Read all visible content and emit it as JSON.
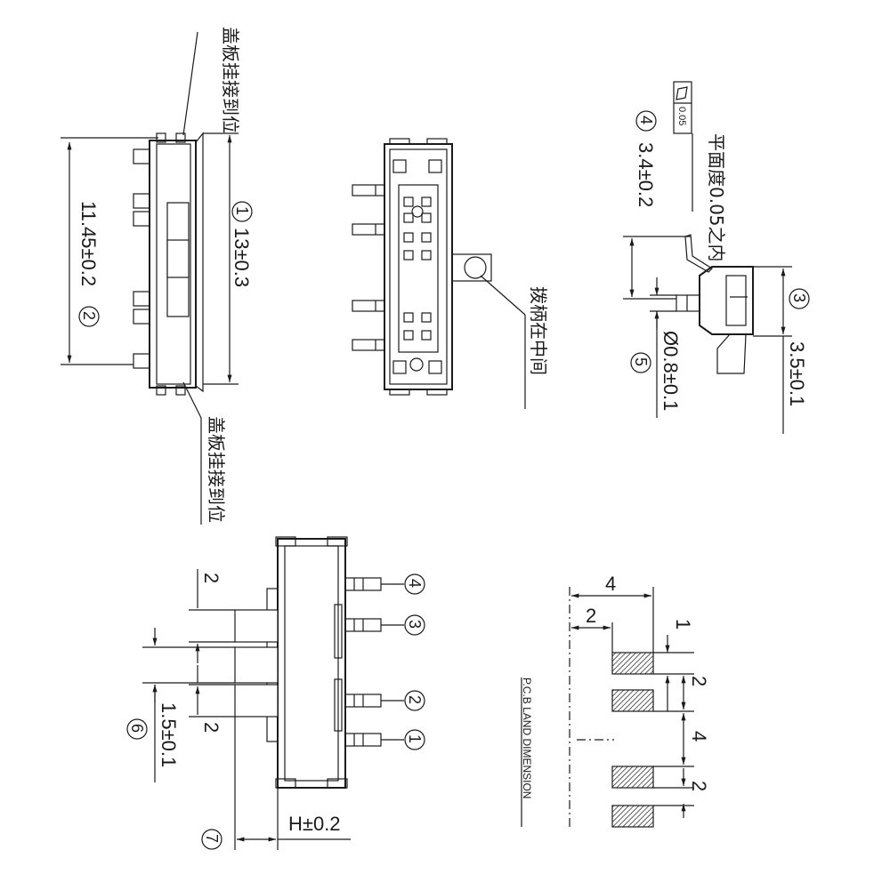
{
  "callouts": {
    "c1": "1",
    "c2": "2",
    "c3": "3",
    "c4": "4",
    "c5": "5",
    "c6": "6",
    "c7": "7"
  },
  "dimensions": {
    "length_13": "13±0.3",
    "length_1145": "11.45±0.2",
    "height_34": "3.4±0.2",
    "height_35": "3.5±0.1",
    "pin_dia": "Ø0.8±0.1",
    "pitch_15": "1.5±0.1",
    "height_h": "H±0.2",
    "side_2a": "2",
    "side_2b": "2"
  },
  "notes": {
    "cover_top": "盖板挂接到位",
    "cover_bottom": "盖板挂接到位",
    "handle_center": "拨柄在中间",
    "flatness": "平面度0.05之内",
    "flatness_tolerance": "0.05"
  },
  "pcb": {
    "title": "P.C.B LAND DIMENSION",
    "dim_4_top": "4",
    "dim_2_left": "2",
    "dim_1": "1",
    "dim_2_a": "2",
    "dim_4_mid": "4",
    "dim_2_b": "2"
  },
  "pins": [
    "4",
    "3",
    "2",
    "1"
  ]
}
